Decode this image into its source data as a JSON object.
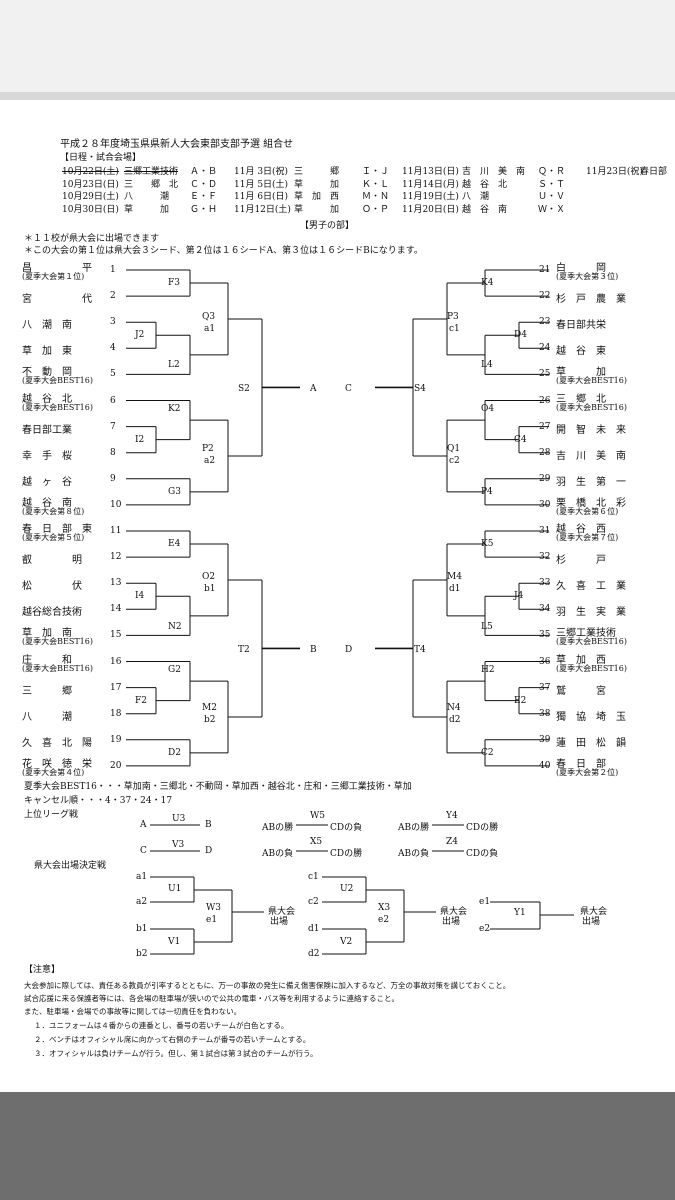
{
  "title": "平成２８年度埼玉県県新人大会東部支部予選 組合せ",
  "schedule_heading": "【日程・試合会場】",
  "schedule": [
    {
      "c1": "10月22日(土)",
      "c2": "三郷工業技術",
      "c3": "Ａ・Ｂ",
      "c4": "11月 3日(祝)",
      "c5": "三　　　郷",
      "c6": "Ｉ・Ｊ",
      "c7": "11月13日(日)",
      "c8": "吉　川　美　南",
      "c9": "Ｑ・Ｒ",
      "c10": "11月23日(祝)",
      "c11": "春日部"
    },
    {
      "c1": "10月23日(日)",
      "c2": "三　　郷　北",
      "c3": "Ｃ・Ｄ",
      "c4": "11月 5日(土)",
      "c5": "草　　　加",
      "c6": "Ｋ・Ｌ",
      "c7": "11月14日(月)",
      "c8": "越　谷　北",
      "c9": "Ｓ・Ｔ",
      "c10": "",
      "c11": ""
    },
    {
      "c1": "10月29日(土)",
      "c2": "八　　　潮",
      "c3": "Ｅ・Ｆ",
      "c4": "11月 6日(日)",
      "c5": "草　加　西",
      "c6": "Ｍ・Ｎ",
      "c7": "11月19日(土)",
      "c8": "八　潮",
      "c9": "Ｕ・Ｖ",
      "c10": "",
      "c11": ""
    },
    {
      "c1": "10月30日(日)",
      "c2": "草　　　加",
      "c3": "Ｇ・Ｈ",
      "c4": "11月12日(土)",
      "c5": "草　　　加",
      "c6": "Ｏ・Ｐ",
      "c7": "11月20日(日)",
      "c8": "越　谷　南",
      "c9": "Ｗ・Ｘ",
      "c10": "",
      "c11": ""
    }
  ],
  "section": "【男子の部】",
  "notes_top": [
    "＊１１校が県大会に出場できます",
    "＊この大会の第１位は県大会３シード、第２位は１６シードA、第３位は１６シードBになります。"
  ],
  "left_teams": [
    {
      "n": "1",
      "name": "昌　　　　　平",
      "sub": "(夏季大会第１位)"
    },
    {
      "n": "2",
      "name": "宮　　　　　代",
      "sub": ""
    },
    {
      "n": "3",
      "name": "八　潮　南",
      "sub": ""
    },
    {
      "n": "4",
      "name": "草　加　東",
      "sub": ""
    },
    {
      "n": "5",
      "name": "不　動　岡",
      "sub": "(夏季大会BEST16)"
    },
    {
      "n": "6",
      "name": "越　谷　北",
      "sub": "(夏季大会BEST16)"
    },
    {
      "n": "7",
      "name": "春日部工業",
      "sub": ""
    },
    {
      "n": "8",
      "name": "幸　手　桜",
      "sub": ""
    },
    {
      "n": "9",
      "name": "越　ヶ　谷",
      "sub": ""
    },
    {
      "n": "10",
      "name": "越　谷　南",
      "sub": "(夏季大会第８位)"
    },
    {
      "n": "11",
      "name": "春　日　部　東",
      "sub": "(夏季大会第５位)"
    },
    {
      "n": "12",
      "name": "叡　　　　明",
      "sub": ""
    },
    {
      "n": "13",
      "name": "松　　　　伏",
      "sub": ""
    },
    {
      "n": "14",
      "name": "越谷総合技術",
      "sub": ""
    },
    {
      "n": "15",
      "name": "草　加　南",
      "sub": "(夏季大会BEST16)"
    },
    {
      "n": "16",
      "name": "庄　　　和",
      "sub": "(夏季大会BEST16)"
    },
    {
      "n": "17",
      "name": "三　　　郷",
      "sub": ""
    },
    {
      "n": "18",
      "name": "八　　　潮",
      "sub": ""
    },
    {
      "n": "19",
      "name": "久　喜　北　陽",
      "sub": ""
    },
    {
      "n": "20",
      "name": "花　咲　徳　栄",
      "sub": "(夏季大会第４位)"
    }
  ],
  "right_teams": [
    {
      "n": "21",
      "name": "白　　　岡",
      "sub": "(夏季大会第３位)"
    },
    {
      "n": "22",
      "name": "杉　戸　農　業",
      "sub": ""
    },
    {
      "n": "23",
      "name": "春日部共栄",
      "sub": ""
    },
    {
      "n": "24",
      "name": "越　谷　東",
      "sub": ""
    },
    {
      "n": "25",
      "name": "草　　　加",
      "sub": "(夏季大会BEST16)"
    },
    {
      "n": "26",
      "name": "三　郷　北",
      "sub": "(夏季大会BEST16)"
    },
    {
      "n": "27",
      "name": "開　智　未　来",
      "sub": ""
    },
    {
      "n": "28",
      "name": "吉　川　美　南",
      "sub": ""
    },
    {
      "n": "29",
      "name": "羽　生　第　一",
      "sub": ""
    },
    {
      "n": "30",
      "name": "栗　橋　北　彩",
      "sub": "(夏季大会第６位)"
    },
    {
      "n": "31",
      "name": "越　谷　西",
      "sub": "(夏季大会第７位)"
    },
    {
      "n": "32",
      "name": "杉　　　戸",
      "sub": ""
    },
    {
      "n": "33",
      "name": "久　喜　工　業",
      "sub": ""
    },
    {
      "n": "34",
      "name": "羽　生　実　業",
      "sub": ""
    },
    {
      "n": "35",
      "name": "三郷工業技術",
      "sub": "(夏季大会BEST16)"
    },
    {
      "n": "36",
      "name": "草　加　西",
      "sub": "(夏季大会BEST16)"
    },
    {
      "n": "37",
      "name": "鷲　　　宮",
      "sub": ""
    },
    {
      "n": "38",
      "name": "獨　協　埼　玉",
      "sub": ""
    },
    {
      "n": "39",
      "name": "蓮　田　松　韻",
      "sub": ""
    },
    {
      "n": "40",
      "name": "春　日　部",
      "sub": "(夏季大会第２位)"
    }
  ],
  "bracket_labels": {
    "F3": "F3",
    "J2": "J2",
    "L2": "L2",
    "Q3": "Q3",
    "a1": "a1",
    "K2": "K2",
    "I2": "I2",
    "P2": "P2",
    "a2": "a2",
    "G3": "G3",
    "S2": "S2",
    "A": "A",
    "C": "C",
    "S4": "S4",
    "K4": "K4",
    "P3": "P3",
    "c1": "c1",
    "D4": "D4",
    "L4": "L4",
    "O4": "O4",
    "C4": "C4",
    "Q1": "Q1",
    "c2": "c2",
    "P4": "P4",
    "E4": "E4",
    "O2": "O2",
    "b1": "b1",
    "I4": "I4",
    "N2": "N2",
    "T2": "T2",
    "B": "B",
    "D": "D",
    "T4": "T4",
    "G2": "G2",
    "F2": "F2",
    "M2": "M2",
    "b2": "b2",
    "D2": "D2",
    "K5": "K5",
    "M4": "M4",
    "d1": "d1",
    "J4": "J4",
    "L5": "L5",
    "H2": "H2",
    "E2": "E2",
    "N4": "N4",
    "d2": "d2",
    "C2": "C2"
  },
  "best16": "夏季大会BEST16・・・草加南・三郷北・不動岡・草加西・越谷北・庄和・三郷工業技術・草加",
  "cancel": "キャンセル順・・・4・37・24・17",
  "upper_league": "上位リーグ戦",
  "league": {
    "A": "A",
    "U3": "U3",
    "B": "B",
    "C": "C",
    "V3": "V3",
    "D": "D",
    "ab_win": "ABの勝",
    "cd_lose": "CDの負",
    "W5": "W5",
    "ab_lose": "ABの負",
    "cd_win": "CDの勝",
    "X5": "X5",
    "Y4": "Y4",
    "Z4": "Z4"
  },
  "prefectural_heading": "県大会出場決定戦",
  "qual": {
    "a1": "a1",
    "a2": "a2",
    "b1": "b1",
    "b2": "b2",
    "U1": "U1",
    "V1": "V1",
    "W3": "W3",
    "e1": "e1",
    "c1": "c1",
    "c2": "c2",
    "d1": "d1",
    "d2": "d2",
    "U2": "U2",
    "V2": "V2",
    "X3": "X3",
    "e2": "e2",
    "Y1": "Y1",
    "out1": "県大会",
    "out2": "出場"
  },
  "caution_heading": "【注意】",
  "cautions": [
    "大会参加に際しては、責任ある教員が引率するとともに、万一の事故の発生に備え傷害保険に加入するなど、万全の事故対策を講じておくこと。",
    "試合応援に来る保護者等には、各会場の駐車場が狭いので公共の電車・バス等を利用するように連絡すること。",
    "また、駐車場・会場での事故等に関しては一切責任を負わない。",
    "１．ユニフォームは４番からの連番とし、番号の若いチームが白色とする。",
    "２．ベンチはオフィシャル席に向かって右側のチームが番号の若いチームとする。",
    "３．オフィシャルは負けチームが行う。但し、第１試合は第３試合のチームが行う。"
  ]
}
